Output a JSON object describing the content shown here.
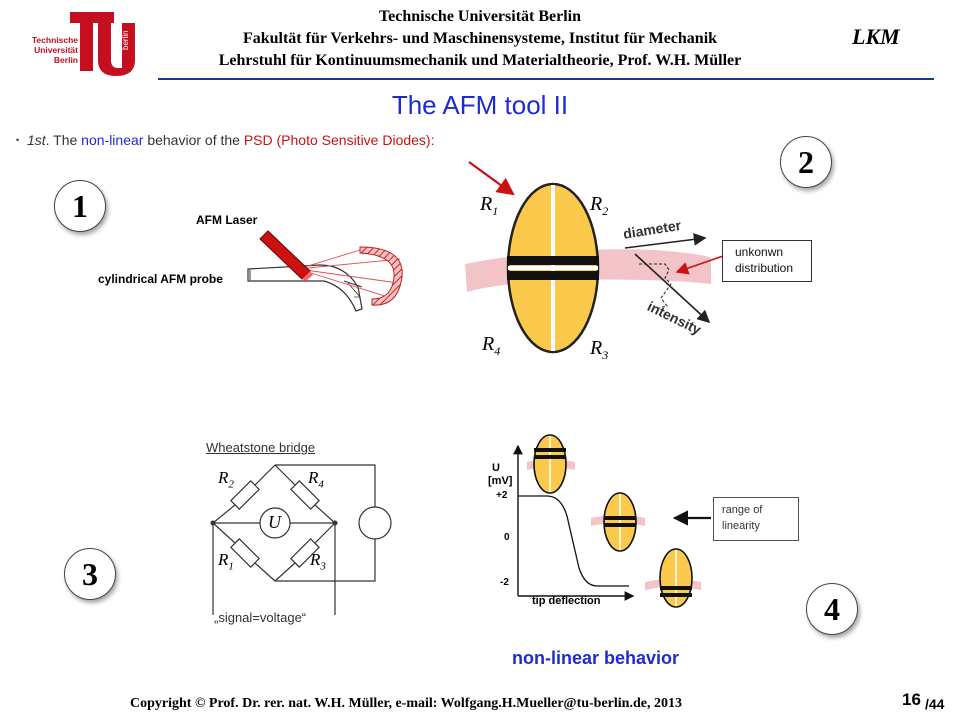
{
  "header": {
    "logo_lines": [
      "Technische",
      "Universität",
      "Berlin"
    ],
    "logo_word": "berlin",
    "line1": "Technische Universität Berlin",
    "line2": "Fakultät für Verkehrs- und Maschinensysteme, Institut für Mechanik",
    "line3": "Lehrstuhl für Kontinuumsmechanik und Materialtheorie, Prof. W.H. Müller",
    "lkm": "LKM"
  },
  "slide": {
    "title": "The AFM tool II",
    "bullet": {
      "prefix": "1st",
      "part1": ". The ",
      "highlight": "non-linear",
      "part2": " behavior of the ",
      "psd": "PSD (Photo Sensitive Diodes):"
    }
  },
  "panel_numbers": {
    "one": "1",
    "two": "2",
    "three": "3",
    "four": "4"
  },
  "afm_probe": {
    "laser_label": "AFM Laser",
    "probe_label": "cylindrical AFM probe"
  },
  "psd_panel": {
    "r1": "R",
    "r1_sub": "1",
    "r2": "R",
    "r2_sub": "2",
    "r3": "R",
    "r3_sub": "3",
    "r4": "R",
    "r4_sub": "4",
    "diameter": "diameter",
    "intensity": "intensity",
    "box_line1": "unkonwn",
    "box_line2": "distribution"
  },
  "bridge": {
    "title": "Wheatstone bridge",
    "r2": "R",
    "r2_sub": "2",
    "r4": "R",
    "r4_sub": "4",
    "r1": "R",
    "r1_sub": "1",
    "r3": "R",
    "r3_sub": "3",
    "u": "U",
    "signal": "„signal=voltage“"
  },
  "curve": {
    "ylabel1": "U",
    "ylabel2": "[mV]",
    "tick_top": "+2",
    "tick_mid": "0",
    "tick_bottom": "-2",
    "xlabel": "tip deflection",
    "range_line1": "range of",
    "range_line2": "linearity",
    "caption": "non-linear behavior"
  },
  "footer": {
    "copyright": "Copyright © Prof. Dr. rer. nat. W.H. Müller, e-mail: Wolfgang.H.Mueller@tu-berlin.de, 2013",
    "page_current": "16",
    "page_total": "/44"
  },
  "colors": {
    "title_blue": "#1f2bd0",
    "psd_red": "#cc1111",
    "tu_red": "#c50e1f",
    "rule_blue": "#1b3a8c",
    "diode_yellow": "#fbc94b"
  }
}
